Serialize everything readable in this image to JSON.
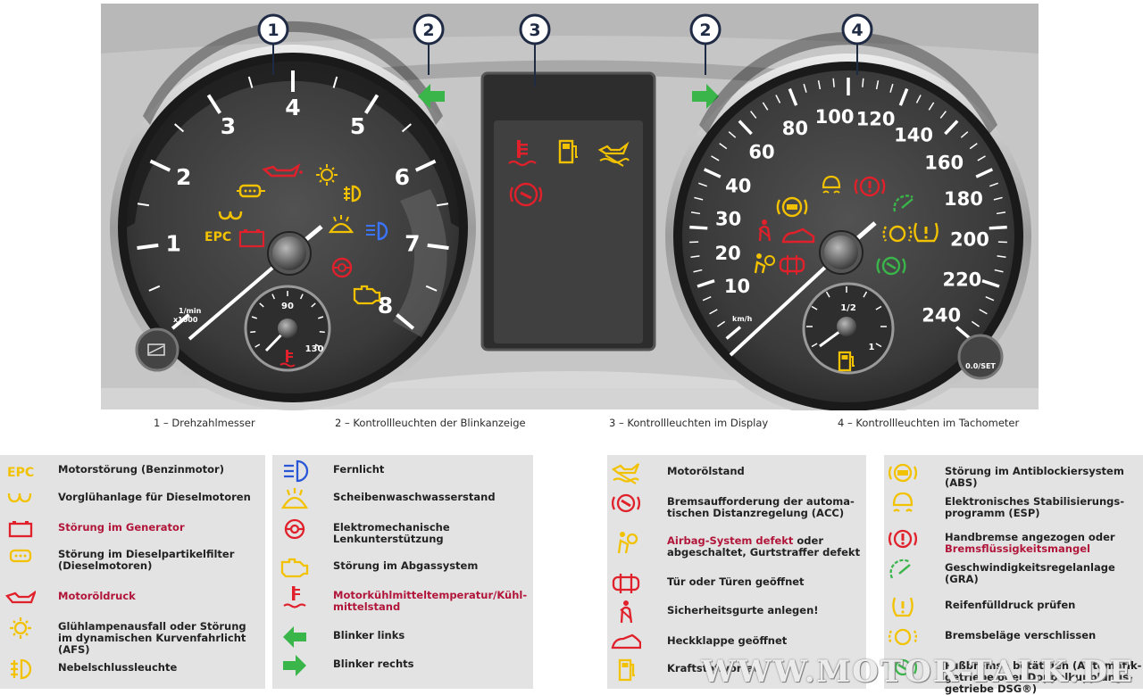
{
  "callouts": [
    "1",
    "2",
    "3",
    "2",
    "4"
  ],
  "tacho": {
    "ticks": [
      "1",
      "2",
      "3",
      "4",
      "5",
      "6",
      "7",
      "8"
    ],
    "unit1": "1/min",
    "unit2": "x1000",
    "temp_gauge": {
      "low": "90",
      "high": "130"
    },
    "epc": "EPC"
  },
  "speedo": {
    "ticks": [
      "10",
      "20",
      "30",
      "40",
      "60",
      "80",
      "100",
      "120",
      "140",
      "160",
      "180",
      "200",
      "220",
      "240"
    ],
    "unit": "km/h",
    "fuel_gauge": {
      "half": "1/2",
      "full": "1"
    },
    "reset_label": "0.0/SET"
  },
  "captions": [
    "1 – Drehzahlmesser",
    "2 – Kontrollleuchten der Blinkanzeige",
    "3 – Kontrollleuchten im Display",
    "4 – Kontrollleuchten im Tachometer"
  ],
  "legend": {
    "col1": [
      {
        "icon": "epc-icon",
        "color": "#f2c200",
        "text": "Motorstörung (Benzinmotor)",
        "red": false
      },
      {
        "icon": "glow-plug-icon",
        "color": "#f2c200",
        "text": "Vorglühanlage für Dieselmotoren",
        "red": false
      },
      {
        "icon": "battery-icon",
        "color": "#e0202a",
        "text": "Störung im Generator",
        "red": true
      },
      {
        "icon": "particle-filter-icon",
        "color": "#f2c200",
        "text": "Störung im Dieselpartikelfilter\n(Dieselmotoren)",
        "red": false
      },
      {
        "icon": "oil-can-icon",
        "color": "#e0202a",
        "text": "Motoröldruck",
        "red": true
      },
      {
        "icon": "bulb-failure-icon",
        "color": "#f2c200",
        "text": "Glühlampenausfall oder Störung\nim dynamischen Kurvenfahrlicht\n(AFS)",
        "red": false
      },
      {
        "icon": "rear-fog-icon",
        "color": "#f2c200",
        "text": "Nebelschlussleuchte",
        "red": false
      }
    ],
    "col2": [
      {
        "icon": "high-beam-icon",
        "color": "#2a57d8",
        "text": "Fernlicht",
        "red": false
      },
      {
        "icon": "washer-fluid-icon",
        "color": "#f2c200",
        "text": "Scheibenwaschwasserstand",
        "red": false
      },
      {
        "icon": "steering-icon",
        "color": "#e0202a",
        "text": "Elektromechanische\nLenkunterstützung",
        "red": false
      },
      {
        "icon": "engine-icon",
        "color": "#f2c200",
        "text": "Störung im Abgassystem",
        "red": false
      },
      {
        "icon": "coolant-icon",
        "color": "#e0202a",
        "text": "Motorkühlmitteltemperatur/Kühl-\nmittelstand",
        "red": true
      },
      {
        "icon": "arrow-left-icon",
        "color": "#39b54a",
        "text": "Blinker links",
        "red": false
      },
      {
        "icon": "arrow-right-icon",
        "color": "#39b54a",
        "text": "Blinker rechts",
        "red": false
      }
    ],
    "col3": [
      {
        "icon": "oil-level-icon",
        "color": "#f2c200",
        "text": "Motorölstand",
        "red": false,
        "parts": []
      },
      {
        "icon": "acc-brake-icon",
        "color": "#e0202a",
        "text": "Bremsaufforderung der automa-\ntischen Distanzregelung (ACC)",
        "red": false,
        "parts": []
      },
      {
        "icon": "airbag-icon",
        "color": "#f2c200",
        "text": "",
        "red": false,
        "parts": [
          {
            "t": "Airbag-System defekt",
            "red": true
          },
          {
            "t": " oder\nabgeschaltet, Gurtstraffer defekt",
            "red": false
          }
        ]
      },
      {
        "icon": "door-open-icon",
        "color": "#e0202a",
        "text": "Tür oder Türen geöffnet",
        "red": false,
        "parts": []
      },
      {
        "icon": "seatbelt-icon",
        "color": "#e0202a",
        "text": "Sicherheitsgurte anlegen!",
        "red": false,
        "parts": []
      },
      {
        "icon": "trunk-open-icon",
        "color": "#e0202a",
        "text": "Heckklappe geöffnet",
        "red": false,
        "parts": []
      },
      {
        "icon": "fuel-icon",
        "color": "#f2c200",
        "text": "Kraftstoffvorrat",
        "red": false,
        "parts": []
      }
    ],
    "col4": [
      {
        "icon": "abs-icon",
        "color": "#f2c200",
        "text": "",
        "parts": [
          {
            "t": "Störung im Antiblockiersystem\n(ABS)",
            "red": false
          }
        ]
      },
      {
        "icon": "esp-icon",
        "color": "#f2c200",
        "text": "",
        "parts": [
          {
            "t": "Elektronisches Stabilisierungs-\nprogramm (ESP)",
            "red": false
          }
        ]
      },
      {
        "icon": "handbrake-icon",
        "color": "#e0202a",
        "text": "",
        "parts": [
          {
            "t": "Handbremse angezogen oder\n",
            "red": false
          },
          {
            "t": "Bremsflüssigkeitsmangel",
            "red": true
          }
        ]
      },
      {
        "icon": "cruise-control-icon",
        "color": "#39b54a",
        "text": "",
        "parts": [
          {
            "t": "Geschwindigkeitsregelanlage\n(GRA)",
            "red": false
          }
        ]
      },
      {
        "icon": "tire-pressure-icon",
        "color": "#f2c200",
        "text": "",
        "parts": [
          {
            "t": "Reifenfülldruck prüfen",
            "red": false
          }
        ]
      },
      {
        "icon": "brake-pads-icon",
        "color": "#f2c200",
        "text": "",
        "parts": [
          {
            "t": "Bremsbeläge verschlissen",
            "red": false
          }
        ]
      },
      {
        "icon": "foot-brake-icon",
        "color": "#39b54a",
        "text": "",
        "parts": [
          {
            "t": "Fußbremse betätigen (Automatik-\ngetriebe oder Doppelkupplungs-\ngetriebe DSG®)",
            "red": false
          }
        ]
      }
    ]
  },
  "watermark": "WWW.MOTOR-TALK.DE",
  "colors": {
    "yellow": "#f2c200",
    "red": "#e0202a",
    "green": "#39b54a",
    "blue": "#2a57d8",
    "dial": "#3d3d3d"
  }
}
